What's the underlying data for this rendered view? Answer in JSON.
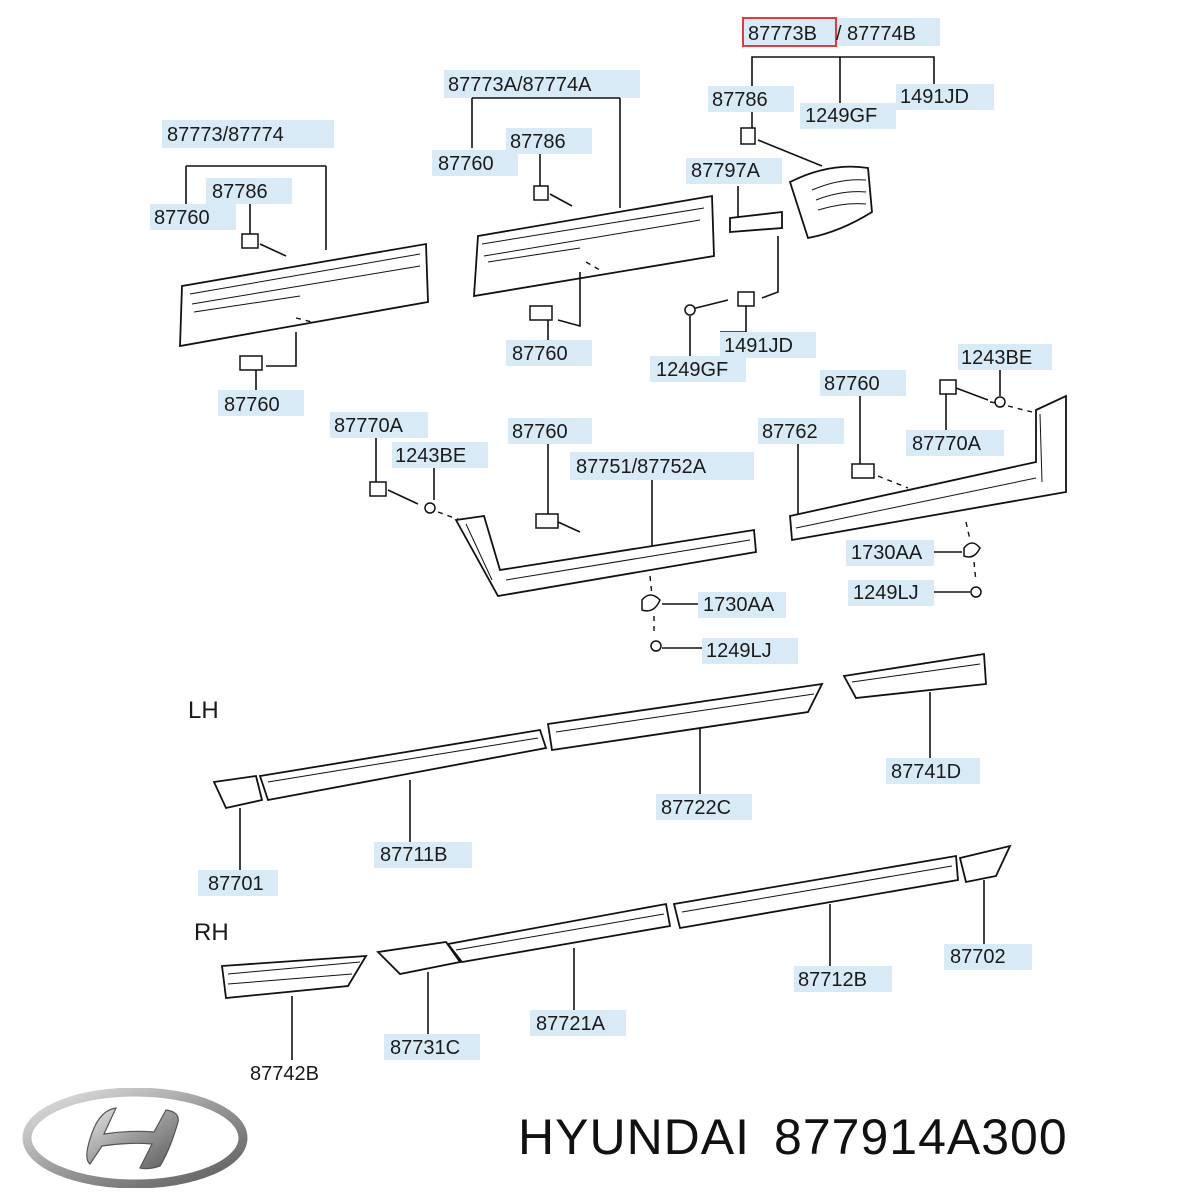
{
  "brand": "HYUNDAI",
  "part_number": "877914A300",
  "highlight_color": "#e0393e",
  "label_bg_color": "#d9eaf7",
  "logo_icon": "hyundai-logo-icon",
  "sides": {
    "lh": "LH",
    "rh": "RH"
  },
  "labels": {
    "l_87773B": "87773B",
    "l_87774B": "87774B",
    "l_87786_tr": "87786",
    "l_1249GF_tr": "1249GF",
    "l_1491JD_tr": "1491JD",
    "l_87773A_87774A": "87773A/87774A",
    "l_87786_mid": "87786",
    "l_87760_mid": "87760",
    "l_87797A": "87797A",
    "l_87773_87774": "87773/87774",
    "l_87786_left": "87786",
    "l_87760_left": "87760",
    "l_87760_mid_bottom": "87760",
    "l_1491JD_mid": "1491JD",
    "l_1249GF_mid": "1249GF",
    "l_87760_left_bottom": "87760",
    "l_1243BE_right": "1243BE",
    "l_87760_right": "87760",
    "l_87770A_right": "87770A",
    "l_87770A_left": "87770A",
    "l_1243BE_left": "1243BE",
    "l_87760_sill": "87760",
    "l_87751_87752A": "87751/87752A",
    "l_87762": "87762",
    "l_1730AA_right": "1730AA",
    "l_1249LJ_right": "1249LJ",
    "l_1730AA_left": "1730AA",
    "l_1249LJ_left": "1249LJ",
    "l_87741D": "87741D",
    "l_87722C": "87722C",
    "l_87711B": "87711B",
    "l_87701": "87701",
    "l_87702": "87702",
    "l_87712B": "87712B",
    "l_87721A": "87721A",
    "l_87731C": "87731C",
    "l_87742B": "87742B"
  }
}
